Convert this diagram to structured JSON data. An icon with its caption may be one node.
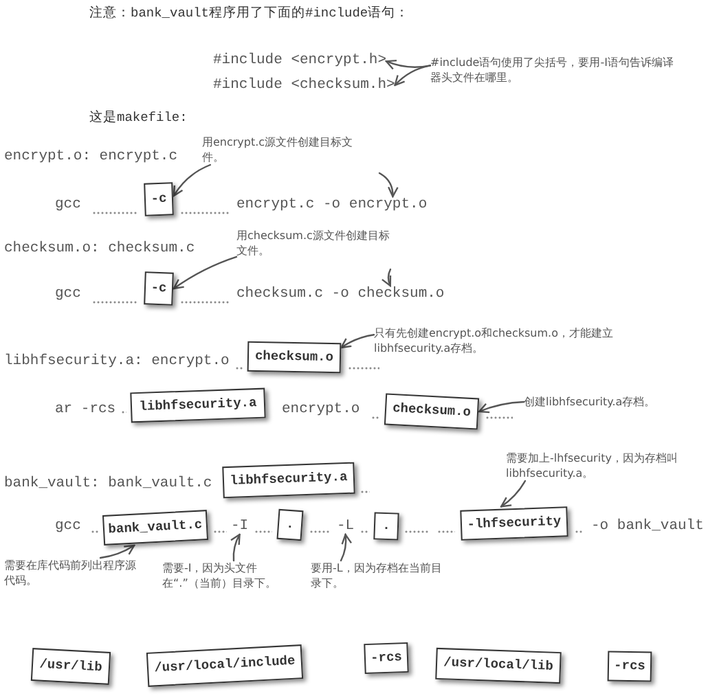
{
  "diagram": {
    "nodes": [
      {
        "text": [
          "#include <encrypt.h>"
        ]
      },
      {
        "text": [
          "#include <checksum.h>"
        ]
      },
      {
        "text": [
          "#include语句使用了尖括号，要用-I语句告诉编译器头文件在哪里。"
        ]
      },
      {
        "text": [
          "用encrypt.c源文件创建目标文件。"
        ]
      },
      {
        "text": [
          "-c"
        ]
      },
      {
        "text": [
          "encrypt.c -o encrypt.o"
        ]
      },
      {
        "text": [
          "用checksum.c源文件创建目标文件。"
        ]
      },
      {
        "text": [
          "-c"
        ]
      },
      {
        "text": [
          "checksum.c -o checksum.o"
        ]
      },
      {
        "text": [
          "只有先创建encrypt.o和checksum.o，才能建立libhfsecurity.a存档。"
        ]
      },
      {
        "text": [
          "checksum.o"
        ]
      },
      {
        "text": [
          "libhfsecurity.a"
        ]
      },
      {
        "text": [
          "checksum.o"
        ]
      },
      {
        "text": [
          "创建libhfsecurity.a存档。"
        ]
      },
      {
        "text": [
          "libhfsecurity.a"
        ]
      },
      {
        "text": [
          "需要加上-lhfsecurity，因为存档叫libhfsecurity.a。"
        ]
      },
      {
        "text": [
          "bank_vault.c"
        ]
      },
      {
        "text": [
          "-I"
        ]
      },
      {
        "text": [
          "."
        ]
      },
      {
        "text": [
          "-L"
        ]
      },
      {
        "text": [
          "."
        ]
      },
      {
        "text": [
          "-lhfsecurity"
        ]
      },
      {
        "text": [
          "需要在库代码前列出程序源代码。"
        ]
      },
      {
        "text": [
          "需要-I，因为头文件在“.”（当前）目录下。"
        ]
      },
      {
        "text": [
          "要用-L，因为存档在当前目录下。"
        ]
      },
      {
        "text": [
          "/usr/lib"
        ]
      },
      {
        "text": [
          "/usr/local/include"
        ]
      },
      {
        "text": [
          "-rcs"
        ]
      },
      {
        "text": [
          "/usr/local/lib"
        ]
      },
      {
        "text": [
          "-rcs"
        ]
      }
    ],
    "edges": [
      {
        "from": 2,
        "to": 0,
        "arrow": "to"
      },
      {
        "from": 2,
        "to": 1,
        "arrow": "to"
      },
      {
        "from": 3,
        "to": 4,
        "arrow": "to"
      },
      {
        "from": null,
        "to": 5,
        "arrow": "to"
      },
      {
        "from": 6,
        "to": 7,
        "arrow": "to"
      },
      {
        "from": null,
        "to": 8,
        "arrow": "to"
      },
      {
        "from": 9,
        "to": 10,
        "arrow": "to"
      },
      {
        "from": 13,
        "to": 12,
        "arrow": "to"
      },
      {
        "from": 15,
        "to": 21,
        "arrow": "to"
      },
      {
        "from": 22,
        "to": 16,
        "arrow": "to"
      },
      {
        "from": 23,
        "to": 17,
        "arrow": "to"
      },
      {
        "from": 24,
        "to": 19,
        "arrow": "to"
      }
    ],
    "labels": [
      "注意：bank_vault程序用了下面的#include语句：",
      "这是makefile:",
      "encrypt.o: encrypt.c",
      "gcc",
      "checksum.o: checksum.c",
      "gcc",
      "libhfsecurity.a: encrypt.o",
      "ar -rcs",
      "encrypt.o",
      "bank_vault: bank_vault.c",
      "gcc",
      "-o bank_vault"
    ]
  }
}
